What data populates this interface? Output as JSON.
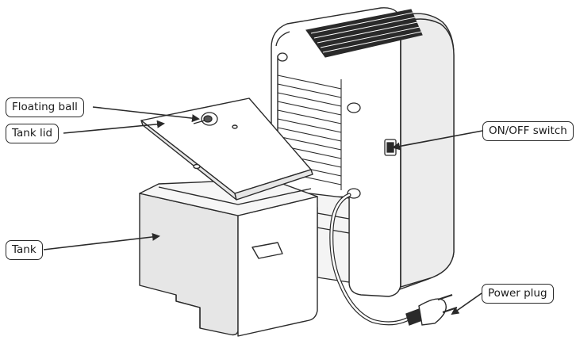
{
  "labels": {
    "floating_ball": "Floating ball",
    "tank_lid": "Tank lid",
    "tank": "Tank",
    "on_off_switch": "ON/OFF switch",
    "power_plug": "Power plug"
  },
  "colors": {
    "outline": "#2a2a2a",
    "body": "#ffffff",
    "shade": "#e6e6e6",
    "dark": "#555555"
  }
}
